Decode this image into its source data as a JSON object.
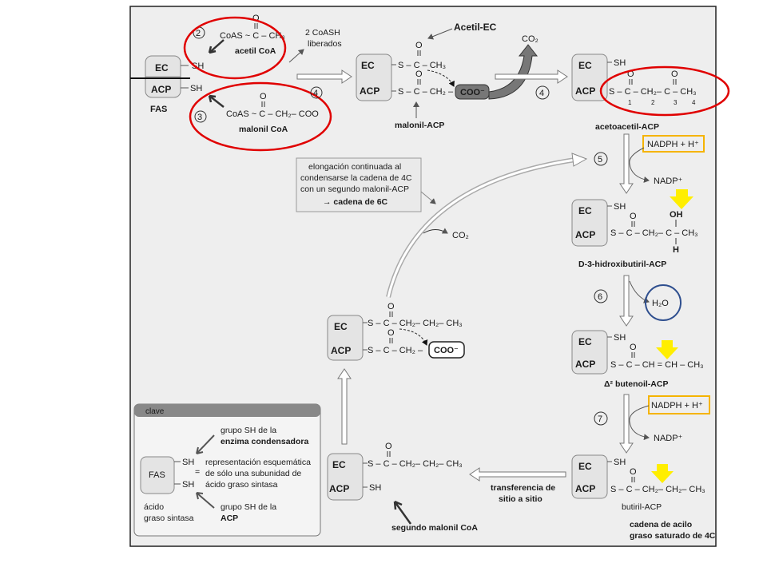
{
  "fas_enzyme": {
    "ec": "EC",
    "acp": "ACP",
    "fas": "FAS",
    "sh": "SH"
  },
  "steps": {
    "s2": "2",
    "s3": "3",
    "s4": "4",
    "s5": "5",
    "s6": "6",
    "s7": "7"
  },
  "acetyl_coa": {
    "formula": "CoAS ~ C – CH₃",
    "o": "O",
    "label": "acetil CoA"
  },
  "malonyl_coa": {
    "formula": "CoAS ~ C – CH₂– COO",
    "o": "O",
    "label": "malonil CoA"
  },
  "coash": {
    "line1": "2 CoASH",
    "line2": "liberados"
  },
  "acetyl_ec": {
    "label": "Acetil-EC"
  },
  "intermediate1": {
    "top_chain": "S – C – CH₃",
    "bottom_chain": "S – C – CH₂ –",
    "coo": "COO⁻",
    "o": "O",
    "malonil_acp": "malonil-ACP"
  },
  "co2": "CO₂",
  "acetoacetyl": {
    "chain": "S – C – CH₂– C – CH₃",
    "o": "O",
    "n1": "1",
    "n2": "2",
    "n3": "3",
    "n4": "4",
    "label": "acetoacetil-ACP"
  },
  "nadph": "NADPH + H⁺",
  "nadp": "NADP⁺",
  "hydroxy": {
    "chain": "S – C – CH₂– C – CH₃",
    "oh": "OH",
    "h": "H",
    "o": "O",
    "label": "D-3-hidroxibutiril-ACP"
  },
  "h2o": "H₂O",
  "butenoyl": {
    "chain": "S – C – CH = CH – CH₃",
    "o": "O",
    "label": "Δ² butenoil-ACP"
  },
  "butyryl": {
    "chain": "S – C – CH₂– CH₂– CH₃",
    "o": "O",
    "label": "butiril-ACP",
    "desc1": "cadena de acilo",
    "desc2": "graso saturado de 4C"
  },
  "transfer": {
    "line1": "transferencia de",
    "line2": "sitio a sitio"
  },
  "second_malonyl": "segundo malonil CoA",
  "mid_butyryl": {
    "chain": "S – C – CH₂– CH₂– CH₃",
    "o": "O"
  },
  "condensation": {
    "top_chain": "S – C – CH₂– CH₂– CH₃",
    "bottom_chain": "S – C – CH₂ –",
    "coo": "COO⁻",
    "o": "O"
  },
  "elongation": {
    "line1": "elongación continuada al",
    "line2": "condensarse la cadena de 4C",
    "line3": "con un segundo malonil-ACP",
    "line4": "→ cadena de 6C"
  },
  "legend": {
    "title": "clave",
    "sh_ec1": "grupo SH de la",
    "sh_ec2": "enzima condensadora",
    "eq": "=",
    "desc1": "representación esquemática",
    "desc2": "de sólo una subunidad de",
    "desc3": "ácido graso sintasa",
    "sh_acp1": "grupo SH de la",
    "sh_acp2": "ACP",
    "fas1": "ácido",
    "fas2": "graso sintasa"
  },
  "colors": {
    "red_circle": "#e00000",
    "yellow_arrow": "#ffee00",
    "orange_box": "#f5b400",
    "blue_circle": "#2f4f8f",
    "panel_bg": "#eeeeee"
  }
}
